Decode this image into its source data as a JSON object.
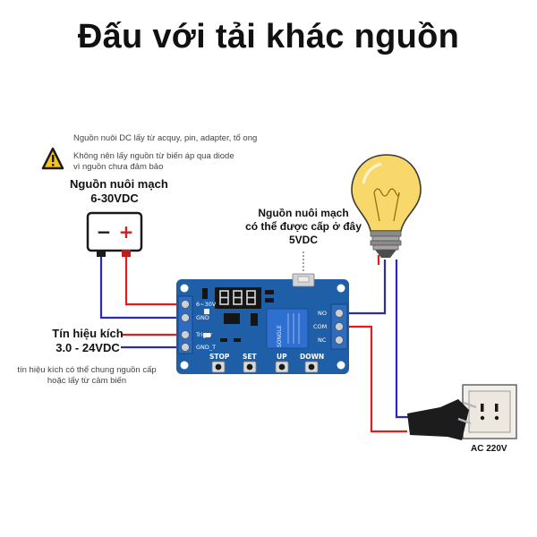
{
  "title": "Đấu với tải khác nguồn",
  "power_note": {
    "line1": "Nguồn nuôi DC lấy từ acquy, pin, adapter, tổ ong",
    "warning_line1": "Không nên lấy nguồn từ biến áp qua diode",
    "warning_line2": "vì nguồn chưa đảm bảo"
  },
  "power_supply": {
    "label_line1": "Nguồn nuôi mạch",
    "label_line2": "6-30VDC",
    "minus": "−",
    "plus": "+"
  },
  "usb_power": {
    "line1": "Nguồn nuôi mạch",
    "line2": "có thể được cấp ở đây",
    "line3": "5VDC"
  },
  "trigger_signal": {
    "line1": "Tín hiệu kích",
    "line2": "3.0 - 24VDC",
    "note_line1": "tín hiệu kích có thể chung nguồn cấp",
    "note_line2": "hoặc lấy từ cảm biến"
  },
  "board": {
    "terminals_left": [
      "6~30V",
      "GND",
      "Triger",
      "GND_T"
    ],
    "terminals_right": [
      "NO",
      "COM",
      "NC"
    ],
    "buttons": [
      "STOP",
      "SET",
      "UP",
      "DOWN"
    ],
    "relay_brand": "SONGLE",
    "colors": {
      "pcb": "#1e5fa8",
      "relay": "#2f6fd0",
      "display": "#151515"
    }
  },
  "mains": {
    "label": "AC 220V"
  },
  "wire_colors": {
    "positive": "#e21d1d",
    "negative": "#2a2ab8"
  }
}
